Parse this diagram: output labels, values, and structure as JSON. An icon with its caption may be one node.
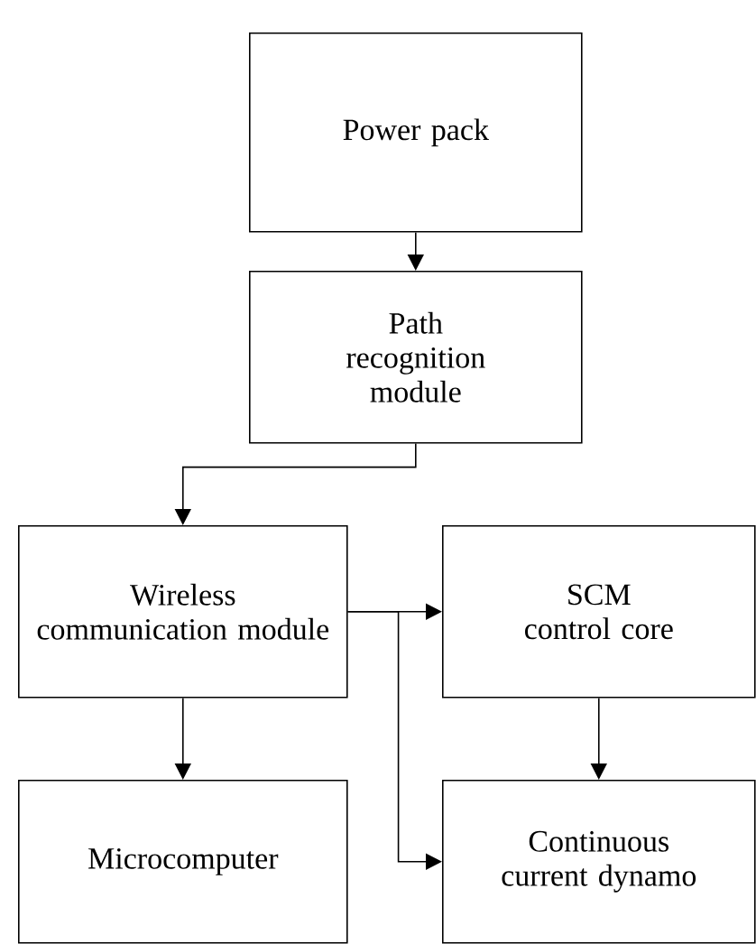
{
  "diagram": {
    "nodes": [
      {
        "text": [
          "Power pack"
        ]
      },
      {
        "text": [
          "Path recognition module"
        ]
      },
      {
        "text": [
          "Wireless communication module"
        ]
      },
      {
        "text": [
          "SCM control core"
        ]
      },
      {
        "text": [
          "Microcomputer"
        ]
      },
      {
        "text": [
          "Continuous current dynamo"
        ]
      }
    ],
    "edges": [
      {
        "from": 0,
        "to": 1,
        "arrow": "to"
      },
      {
        "from": 1,
        "to": 2,
        "arrow": "to"
      },
      {
        "from": 2,
        "to": 3,
        "arrow": "to"
      },
      {
        "from": 2,
        "to": 4,
        "arrow": "to"
      },
      {
        "from": 2,
        "to": 5,
        "arrow": "to"
      },
      {
        "from": 3,
        "to": 5,
        "arrow": "to"
      }
    ]
  }
}
